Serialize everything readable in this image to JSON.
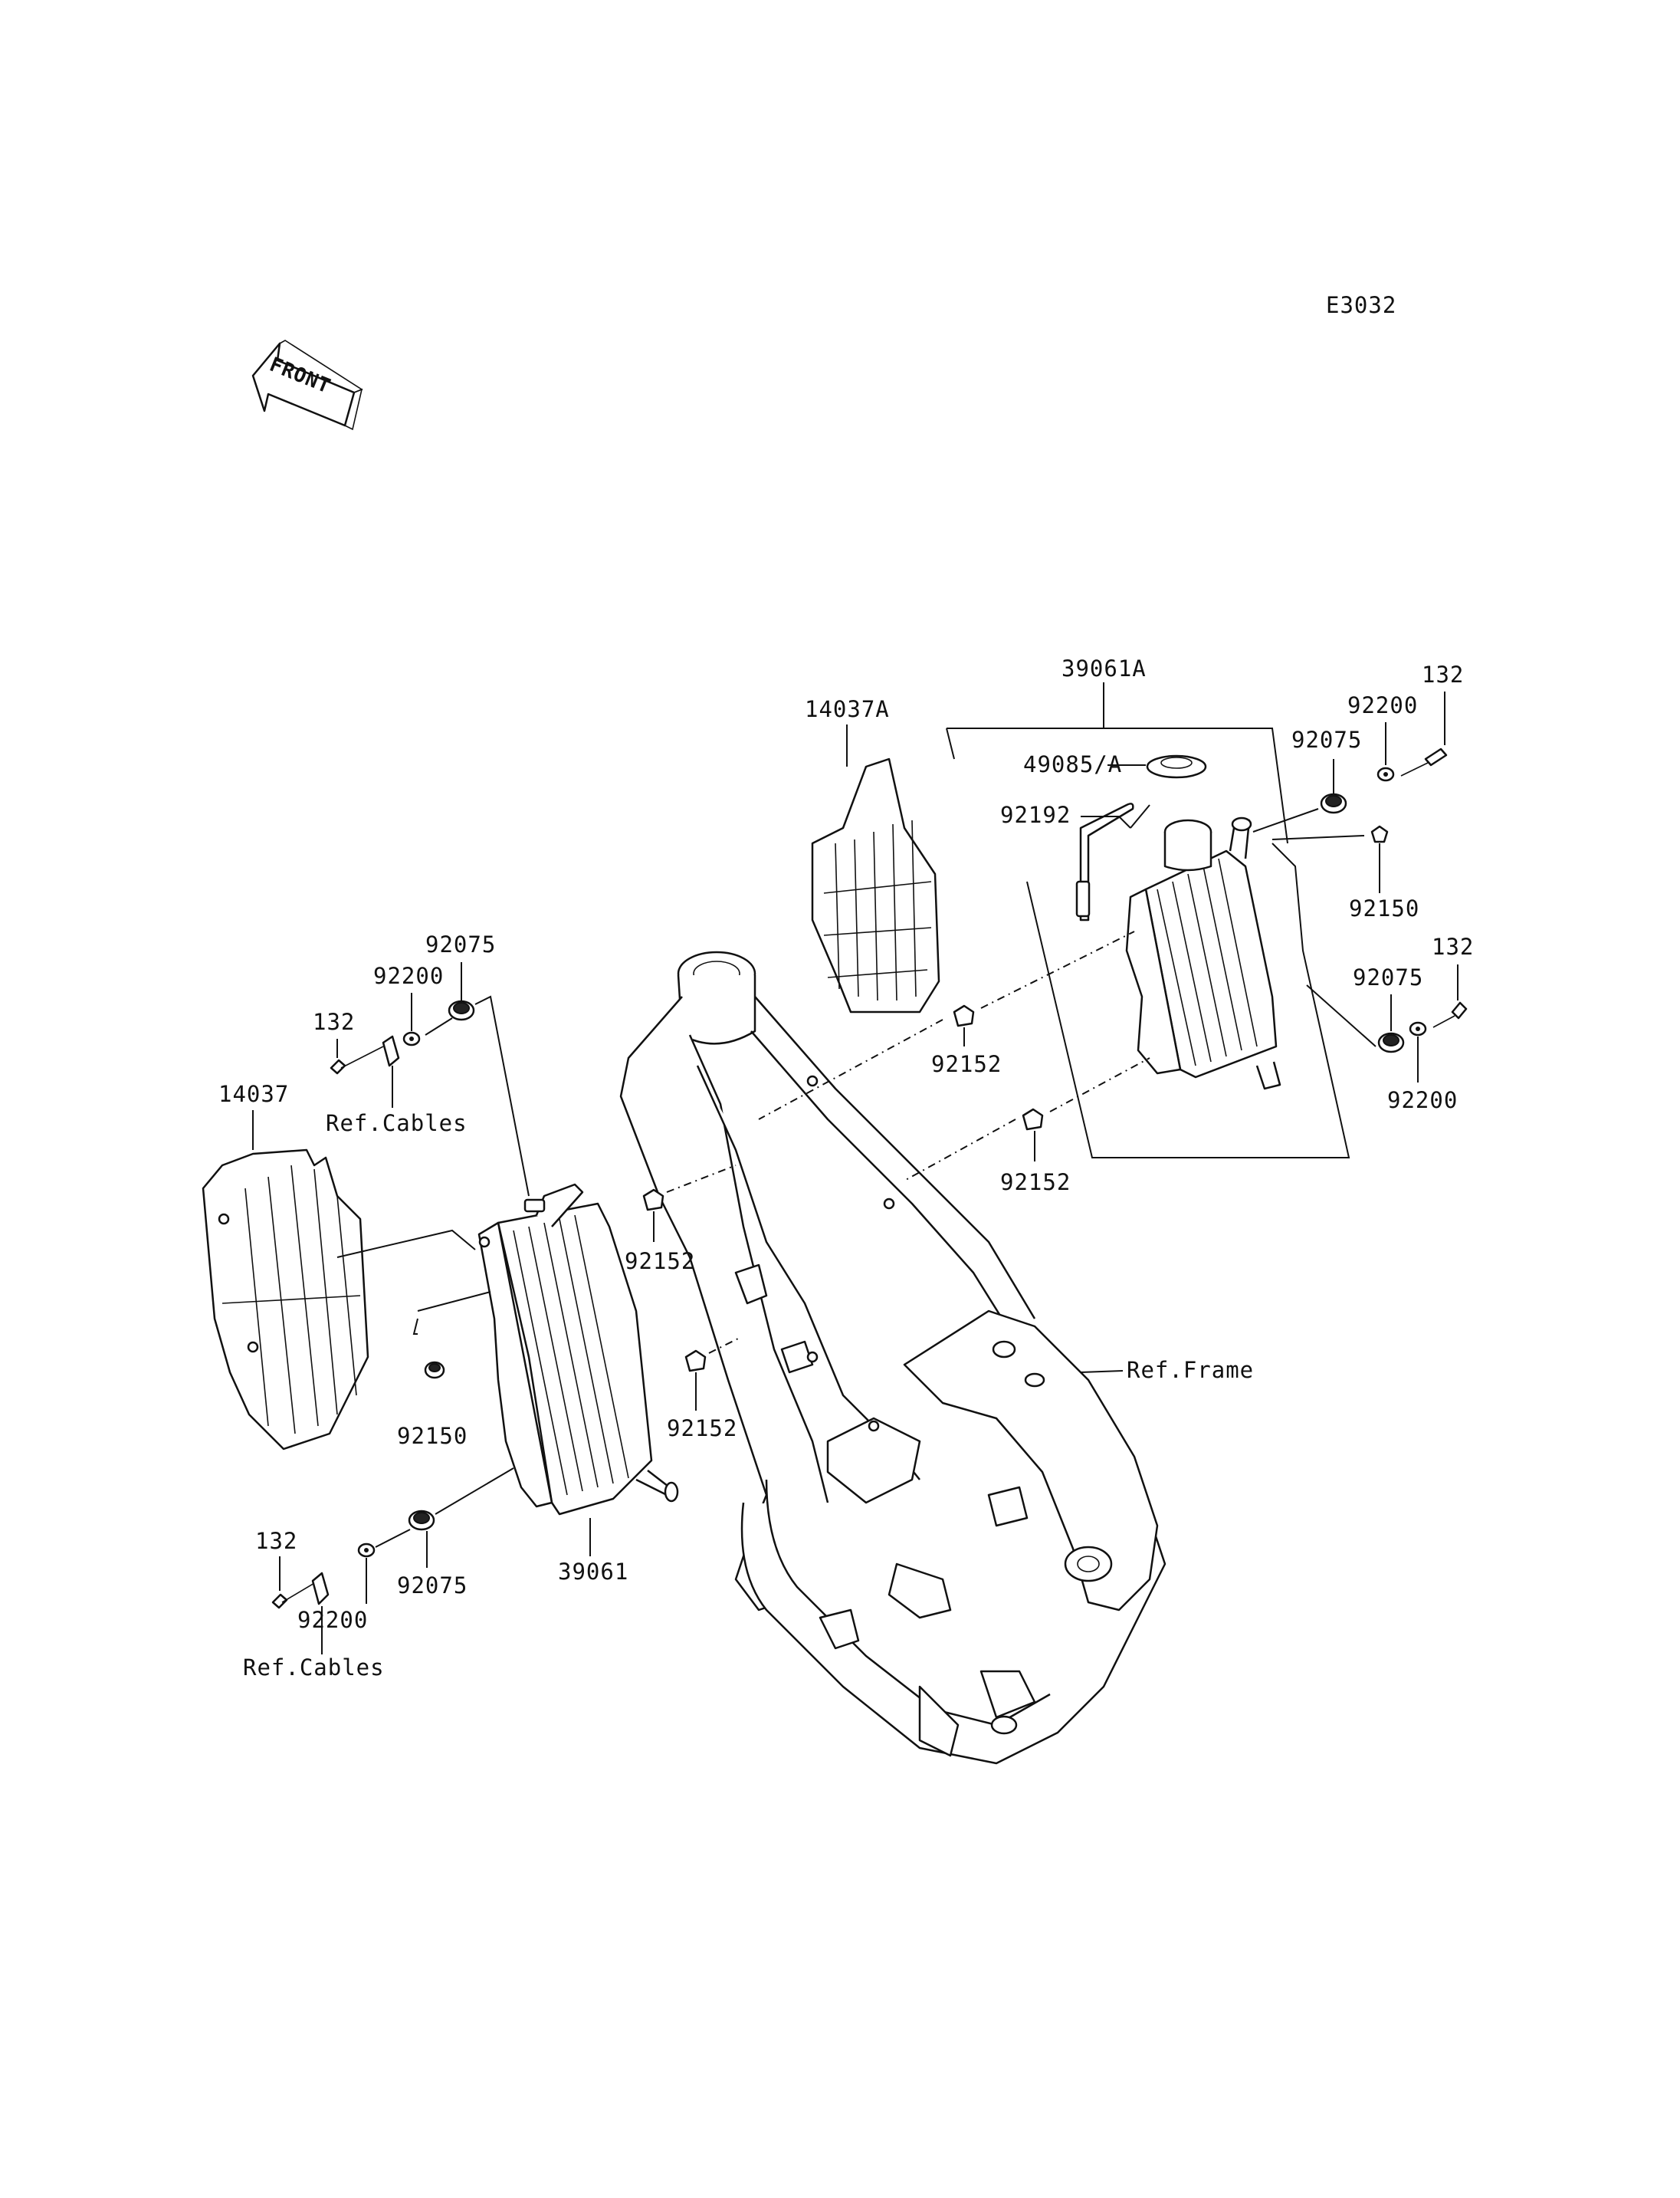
{
  "diagram_code": "E3032",
  "front_label": "FRONT",
  "ref_frame": "Ref.Frame",
  "ref_cables": "Ref.Cables",
  "parts": {
    "p39061A": "39061A",
    "p14037A": "14037A",
    "p49085A": "49085/A",
    "p92192": "92192",
    "p92075": "92075",
    "p92200": "92200",
    "p132": "132",
    "p92150": "92150",
    "p92152": "92152",
    "p14037": "14037",
    "p39061": "39061"
  }
}
